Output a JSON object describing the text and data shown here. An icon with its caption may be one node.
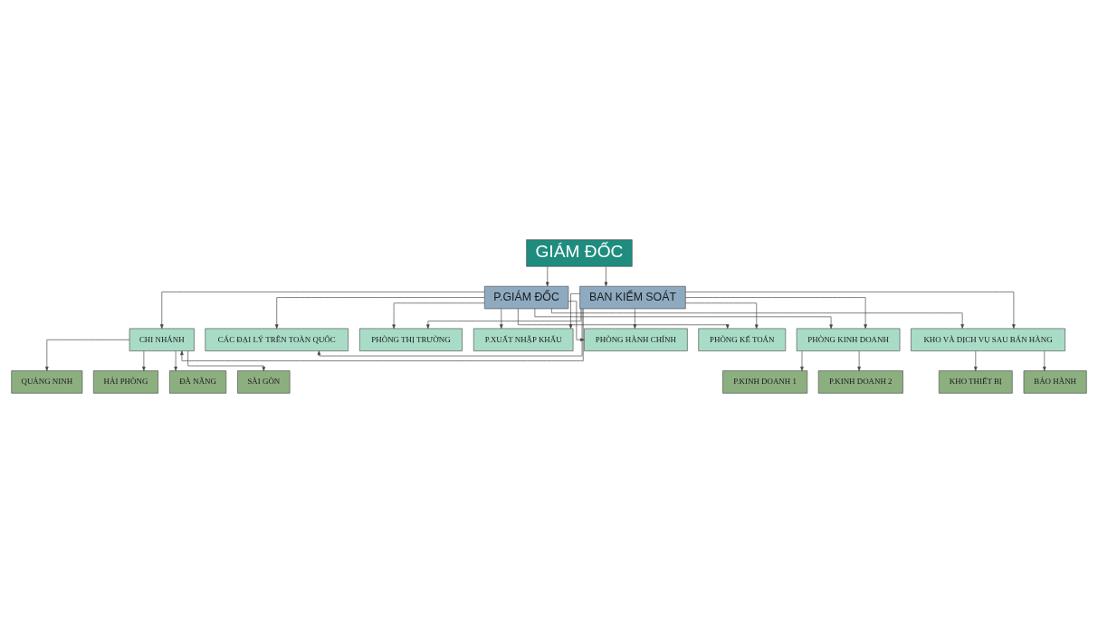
{
  "diagram": {
    "nodes": [
      {
        "text": [
          "GIÁM ĐỐC"
        ]
      },
      {
        "text": [
          "P.GIÁM ĐỐC"
        ]
      },
      {
        "text": [
          "BAN KIỂM SOÁT"
        ]
      },
      {
        "text": [
          "PHÒNG THỊ TRƯỜNG"
        ]
      },
      {
        "text": [
          "P.XUẤT NHẬP KHẨU"
        ]
      },
      {
        "text": [
          "PHÒNG HÀNH CHÍNH"
        ]
      },
      {
        "text": [
          "PHÒNG KẾ TOÁN"
        ]
      },
      {
        "text": [
          "CHI NHÁNH"
        ]
      },
      {
        "text": [
          "PHÒNG KINH DOANH"
        ]
      },
      {
        "text": [
          "P.KINH DOANH 1"
        ]
      },
      {
        "text": [
          "P.KINH DOANH 2"
        ]
      },
      {
        "text": [
          "KHO VÀ DỊCH VỤ SAU BÁN HÀNG"
        ]
      },
      {
        "text": [
          "KHO THIẾT BỊ"
        ]
      },
      {
        "text": [
          "BẢO HÀNH"
        ]
      },
      {
        "text": [
          "CÁC ĐẠI LÝ TRÊN TOÀN QUỐC"
        ]
      },
      {
        "text": [
          "QUẢNG NINH"
        ]
      },
      {
        "text": [
          "HẢI PHÒNG"
        ]
      },
      {
        "text": [
          "ĐÀ NẴNG"
        ]
      },
      {
        "text": [
          "SÀI GÒN"
        ]
      }
    ],
    "edges": [
      {
        "from": 0,
        "to": 1,
        "arrow": "to"
      },
      {
        "from": 0,
        "to": 2,
        "arrow": "to"
      },
      {
        "from": 1,
        "to": 3,
        "arrow": "to"
      },
      {
        "from": 1,
        "to": 4,
        "arrow": "to"
      },
      {
        "from": 1,
        "to": 5,
        "arrow": "to"
      },
      {
        "from": 1,
        "to": 6,
        "arrow": "to"
      },
      {
        "from": 1,
        "to": 7,
        "arrow": "to"
      },
      {
        "from": 1,
        "to": 8,
        "arrow": "to"
      },
      {
        "from": 1,
        "to": 11,
        "arrow": "to"
      },
      {
        "from": 1,
        "to": 14,
        "arrow": "to"
      },
      {
        "from": 2,
        "to": 3,
        "arrow": "to"
      },
      {
        "from": 2,
        "to": 4,
        "arrow": "to"
      },
      {
        "from": 2,
        "to": 5,
        "arrow": "to"
      },
      {
        "from": 2,
        "to": 6,
        "arrow": "to"
      },
      {
        "from": 2,
        "to": 7,
        "arrow": "to"
      },
      {
        "from": 2,
        "to": 8,
        "arrow": "to"
      },
      {
        "from": 2,
        "to": 11,
        "arrow": "to"
      },
      {
        "from": 2,
        "to": 14,
        "arrow": "to"
      },
      {
        "from": 8,
        "to": 9,
        "arrow": "to"
      },
      {
        "from": 8,
        "to": 10,
        "arrow": "to"
      },
      {
        "from": 11,
        "to": 12,
        "arrow": "to"
      },
      {
        "from": 11,
        "to": 13,
        "arrow": "to"
      },
      {
        "from": 7,
        "to": 15,
        "arrow": "to"
      },
      {
        "from": 7,
        "to": 16,
        "arrow": "to"
      },
      {
        "from": 7,
        "to": 17,
        "arrow": "to"
      },
      {
        "from": 7,
        "to": 18,
        "arrow": "to"
      }
    ]
  }
}
